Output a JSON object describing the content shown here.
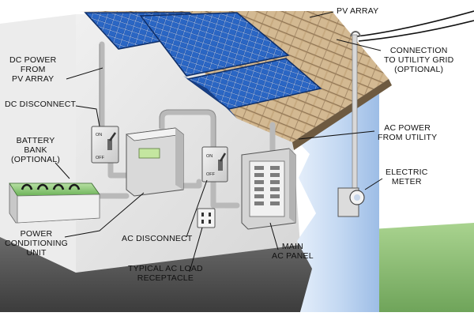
{
  "labels": {
    "pv_array": [
      "PV ARRAY"
    ],
    "connection_grid": [
      "CONNECTION",
      "TO UTILITY GRID",
      "(OPTIONAL)"
    ],
    "dc_power": [
      "DC POWER",
      "FROM",
      "PV ARRAY"
    ],
    "dc_disconnect": [
      "DC DISCONNECT"
    ],
    "battery_bank": [
      "BATTERY",
      "BANK",
      "(OPTIONAL)"
    ],
    "ac_power_utility": [
      "AC POWER",
      "FROM UTILITY"
    ],
    "electric_meter": [
      "ELECTRIC",
      "METER"
    ],
    "power_conditioning": [
      "POWER",
      "CONDITIONING",
      "UNIT"
    ],
    "ac_disconnect": [
      "AC DISCONNECT"
    ],
    "main_ac_panel": [
      "MAIN",
      "AC PANEL"
    ],
    "ac_load_receptacle": [
      "TYPICAL AC LOAD",
      "RECEPTACLE"
    ]
  },
  "switch_text": {
    "on": "ON",
    "off": "OFF"
  },
  "colors": {
    "panel_blue": "#1c4a9c",
    "roof_shingle": "#c9ad85",
    "wall_blue": "#a8c6ec",
    "interior": "#e6e6e6",
    "ground_green": "#8fc07a",
    "floor": "#4f4f4f"
  }
}
